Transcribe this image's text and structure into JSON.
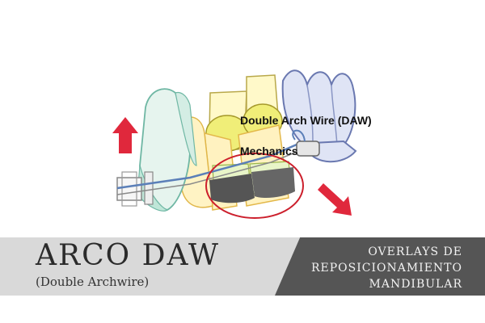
{
  "illustration": {
    "title_line1": "Double Arch Wire (DAW)",
    "title_line2": "Mechanics",
    "arrow_color": "#e0283c",
    "circle_color": "#cc1f2c"
  },
  "banner": {
    "title": "ARCO DAW",
    "subtitle": "(Double Archwire)",
    "right_line1": "OVERLAYS DE",
    "right_line2": "REPOSICIONAMIENTO",
    "right_line3": "MANDIBULAR",
    "left_color": "#d9d9d9",
    "right_color": "#555555"
  }
}
